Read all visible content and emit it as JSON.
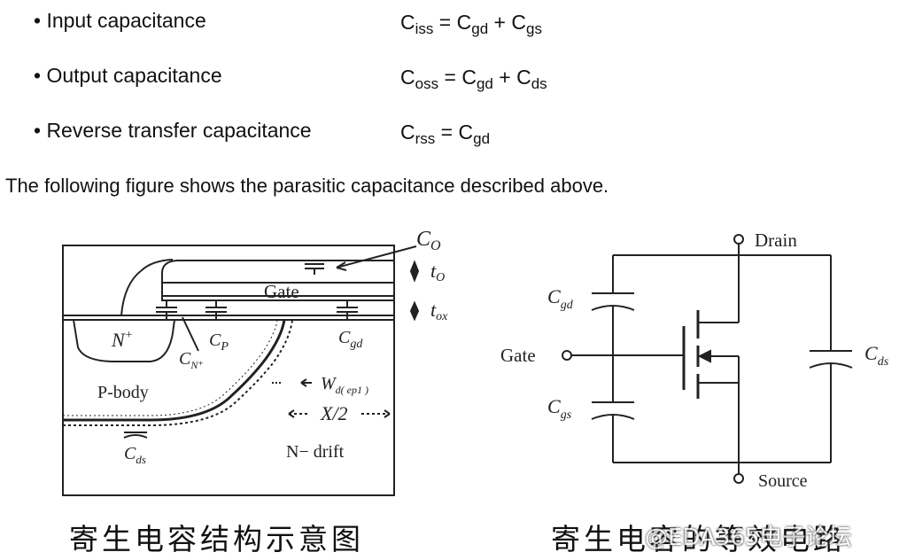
{
  "definitions": [
    {
      "label": "• Input capacitance",
      "lhs_main": "C",
      "lhs_sub": "iss",
      "eq": " = ",
      "t1_main": "C",
      "t1_sub": "gd",
      "plus": " + ",
      "t2_main": "C",
      "t2_sub": "gs"
    },
    {
      "label": "• Output capacitance",
      "lhs_main": "C",
      "lhs_sub": "oss",
      "eq": " = ",
      "t1_main": "C",
      "t1_sub": "gd",
      "plus": " + ",
      "t2_main": "C",
      "t2_sub": "ds"
    },
    {
      "label": "• Reverse transfer capacitance",
      "lhs_main": "C",
      "lhs_sub": "rss",
      "eq": " = ",
      "t1_main": "C",
      "t1_sub": "gd",
      "plus": "",
      "t2_main": "",
      "t2_sub": ""
    }
  ],
  "caption": "The following figure shows the parasitic capacitance described above.",
  "structure_diagram": {
    "label_co": "C",
    "label_co_sub": "O",
    "label_to": "t",
    "label_to_sub": "O",
    "label_tox": "t",
    "label_tox_sub": "ox",
    "gate": "Gate",
    "n_plus": "N",
    "n_plus_sup": "+",
    "cn_plus": "C",
    "cn_plus_sub": "N⁺",
    "cp": "C",
    "cp_sub": "P",
    "cgd": "C",
    "cgd_sub": "gd",
    "pbody": "P-body",
    "wd": "W",
    "wd_sub": "d( ep1 )",
    "x2": "X/2",
    "ndrift": "N− drift",
    "cds": "C",
    "cds_sub": "ds",
    "caption_zh": "寄生电容结构示意图"
  },
  "equivalent_circuit": {
    "drain": "Drain",
    "source": "Source",
    "gate": "Gate",
    "cgd": "C",
    "cgd_sub": "gd",
    "cgs": "C",
    "cgs_sub": "gs",
    "cds": "C",
    "cds_sub": "ds",
    "caption_zh": "寄生电容的等效电路"
  },
  "watermark": "@EDA365电子论坛",
  "colors": {
    "text": "#111111",
    "line": "#222222",
    "background": "#ffffff"
  }
}
